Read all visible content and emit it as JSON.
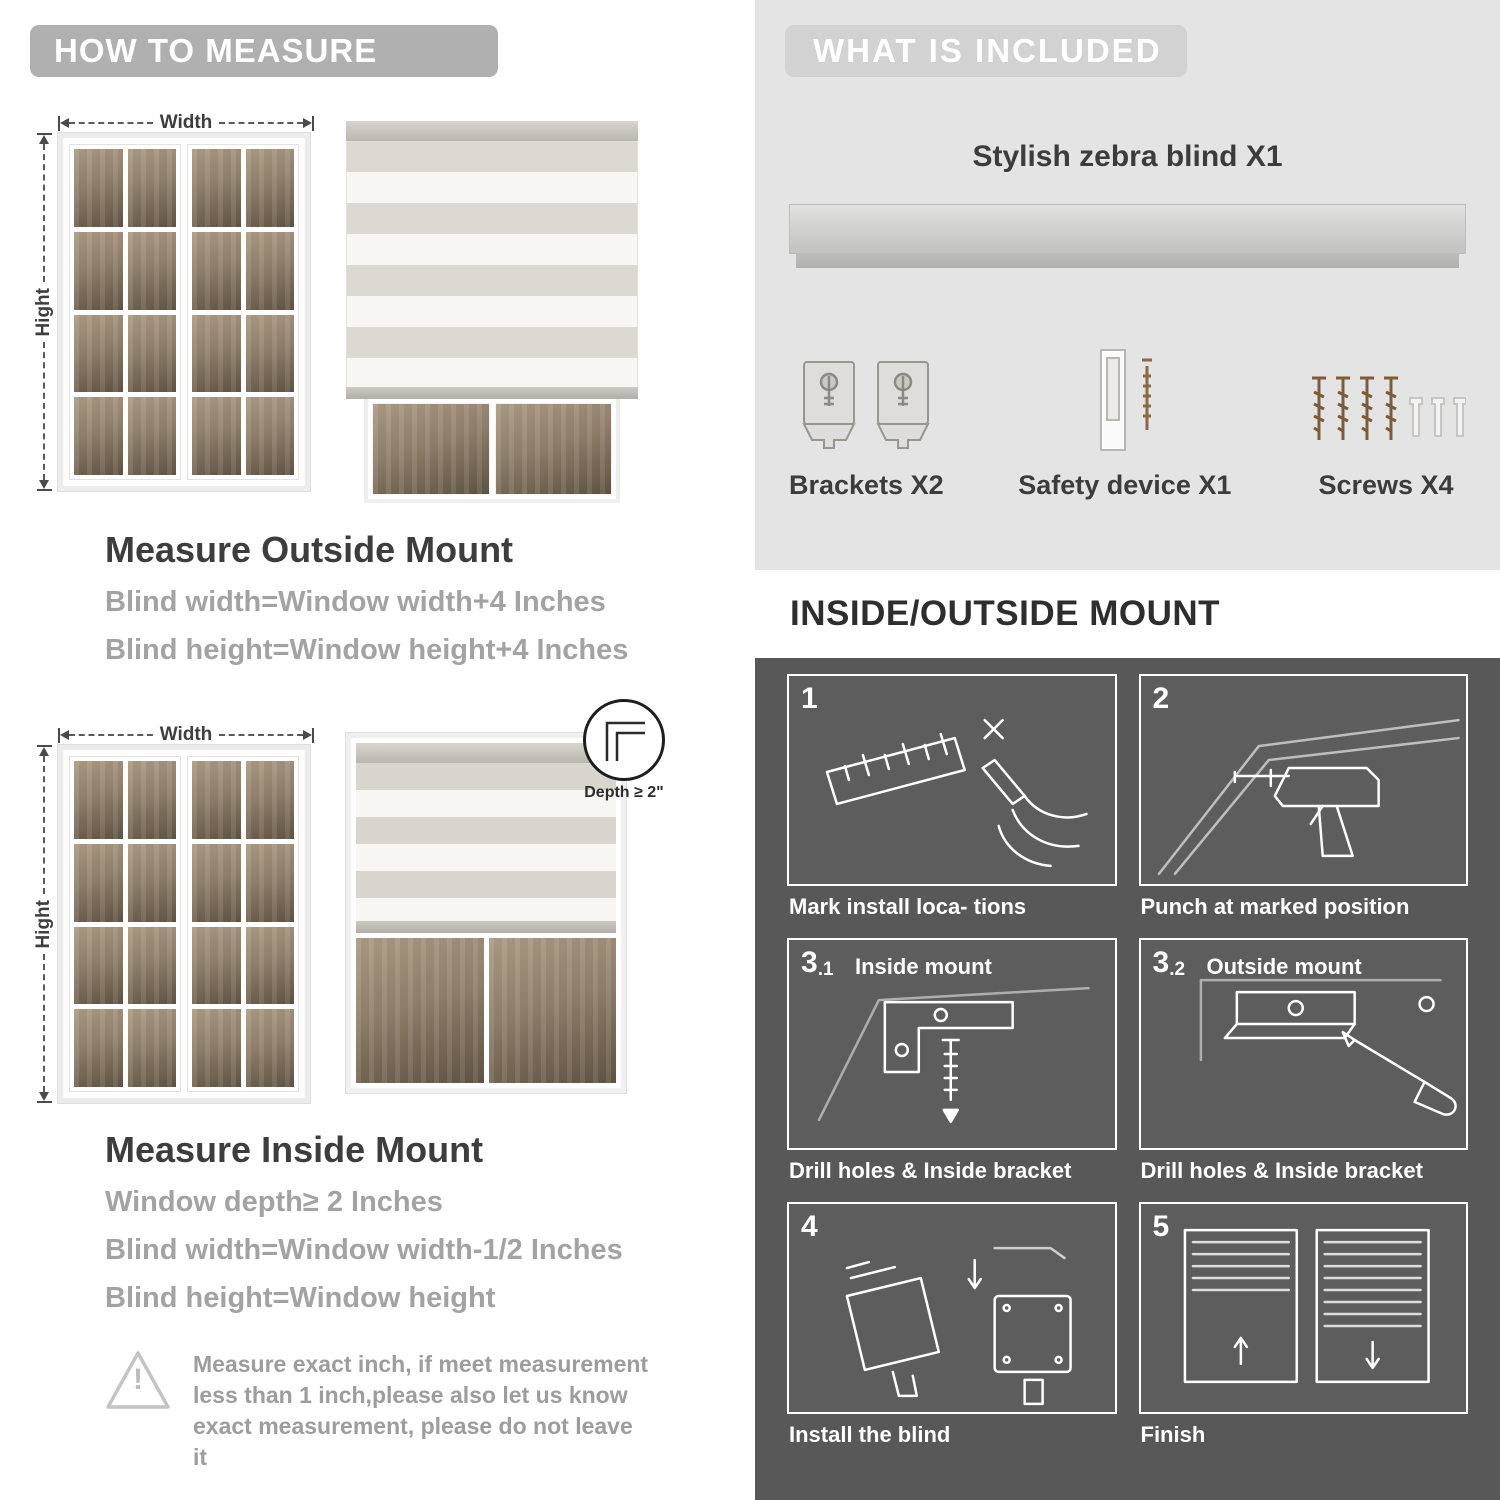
{
  "colors": {
    "header_pill": "#b0b0b0",
    "included_bg": "#e4e4e4",
    "included_pill": "#d2d2d2",
    "dark_panel": "#585858",
    "heading_text": "#3d3d3d",
    "muted_text": "#a3a3a3"
  },
  "left": {
    "header": "HOW TO MEASURE",
    "labels": {
      "width": "Width",
      "height": "Hight"
    },
    "outside": {
      "title": "Measure Outside Mount",
      "lines": [
        "Blind width=Window width+4 Inches",
        "Blind height=Window height+4 Inches"
      ]
    },
    "inside": {
      "title": "Measure Inside Mount",
      "depth_callout": "Depth ≥ 2\"",
      "lines": [
        "Window depth≥ 2 Inches",
        "Blind width=Window width-1/2 Inches",
        "Blind height=Window height"
      ]
    },
    "warning": {
      "mark": "!",
      "text": "Measure exact inch, if meet measurement less than 1 inch,please also let us know exact measurement, please do not leave it"
    }
  },
  "right": {
    "included": {
      "header": "WHAT IS INCLUDED",
      "blind_label": "Stylish zebra blind X1",
      "items": [
        {
          "label": "Brackets X2"
        },
        {
          "label": "Safety device X1"
        },
        {
          "label": "Screws X4"
        }
      ]
    },
    "mount": {
      "header": "INSIDE/OUTSIDE MOUNT",
      "steps": [
        {
          "number": "1",
          "sub": "",
          "sublabel": "",
          "caption": "Mark install loca- tions"
        },
        {
          "number": "2",
          "sub": "",
          "sublabel": "",
          "caption": "Punch at  marked position"
        },
        {
          "number": "3",
          "sub": ".1",
          "sublabel": "Inside mount",
          "caption": "Drill holes &  Inside bracket"
        },
        {
          "number": "3",
          "sub": ".2",
          "sublabel": "Outside mount",
          "caption": "Drill holes &  Inside bracket"
        },
        {
          "number": "4",
          "sub": "",
          "sublabel": "",
          "caption": "Install the blind"
        },
        {
          "number": "5",
          "sub": "",
          "sublabel": "",
          "caption": "Finish"
        }
      ]
    }
  }
}
